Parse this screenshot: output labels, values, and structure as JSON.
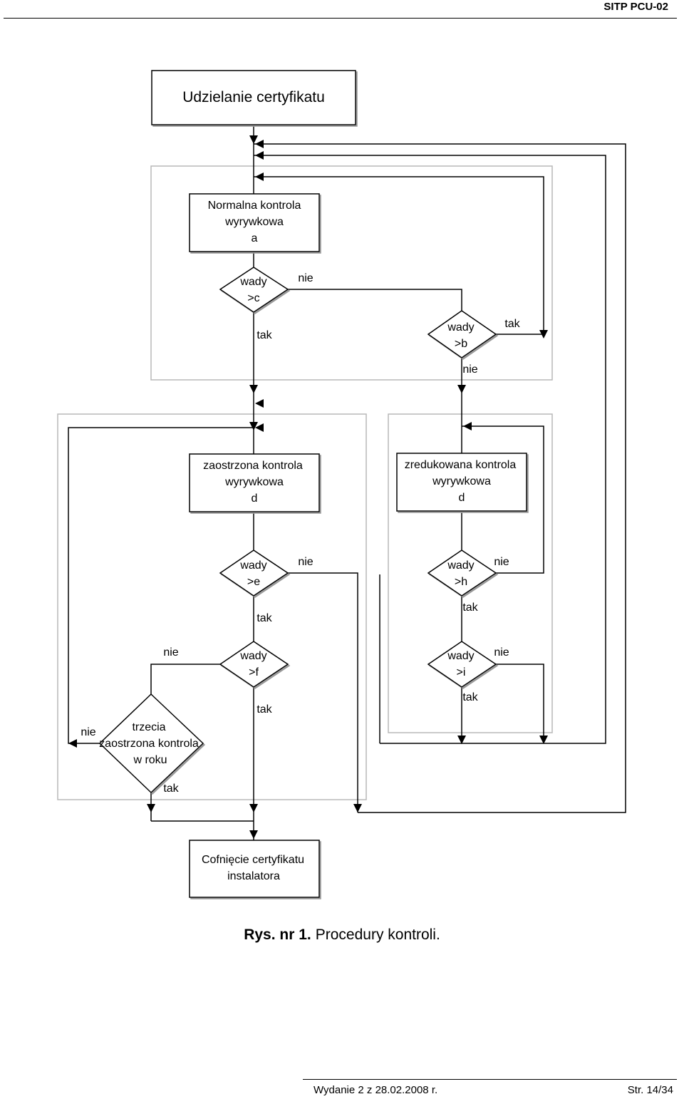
{
  "header": {
    "text": "SITP PCU-02"
  },
  "boxes": {
    "start": "Udzielanie certyfikatu",
    "normal_1": "Normalna kontrola",
    "normal_2": "wyrywkowa",
    "normal_3": "a",
    "tight_1": "zaostrzona kontrola",
    "tight_2": "wyrywkowa",
    "tight_3": "d",
    "reduced_1": "zredukowana kontrola",
    "reduced_2": "wyrywkowa",
    "reduced_3": "d",
    "end_1": "Cofnięcie certyfikatu",
    "end_2": "instalatora"
  },
  "decisions": {
    "c_1": "wady",
    "c_2": ">c",
    "b_1": "wady",
    "b_2": ">b",
    "e_1": "wady",
    "e_2": ">e",
    "h_1": "wady",
    "h_2": ">h",
    "f_1": "wady",
    "f_2": ">f",
    "i_1": "wady",
    "i_2": ">i",
    "third_1": "trzecia",
    "third_2": "zaostrzona kontrola",
    "third_3": "w roku"
  },
  "labels": {
    "c_no": "nie",
    "c_yes": "tak",
    "b_yes": "tak",
    "b_no": "nie",
    "e_no": "nie",
    "e_yes": "tak",
    "h_no": "nie",
    "h_yes": "tak",
    "f_no": "nie",
    "f_yes": "tak",
    "i_no": "nie",
    "i_yes": "tak",
    "third_no": "nie",
    "third_yes": "tak"
  },
  "caption": {
    "bold": "Rys. nr 1.",
    "text": "Procedury kontroli."
  },
  "footer": {
    "left": "Wydanie 2 z 28.02.2008 r.",
    "right": "Str. 14/34"
  }
}
